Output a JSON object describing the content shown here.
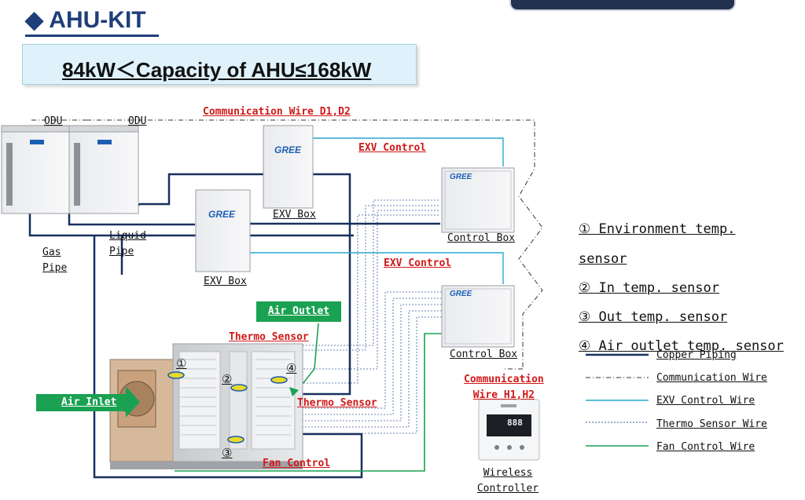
{
  "header": {
    "title": "AHU-KIT",
    "subtitle": "84kW＜Capacity of AHU≤168kW"
  },
  "units": {
    "odu_1": "ODU",
    "odu_2": "ODU",
    "brand": "GREE",
    "exv_box_1": "EXV Box",
    "exv_box_2": "EXV Box",
    "control_box_1": "Control Box",
    "control_box_2": "Control Box"
  },
  "pipes": {
    "gas_pipe": [
      "Gas",
      "Pipe"
    ],
    "liquid_pipe": [
      "Liquid",
      "Pipe"
    ]
  },
  "wires": {
    "communication_d": "Communication Wire D1,D2",
    "exv_control_1": "EXV Control",
    "exv_control_2": "EXV Control",
    "thermo_sensor_1": "Thermo Sensor",
    "thermo_sensor_2": "Thermo Sensor",
    "fan_control": "Fan Control",
    "communication_h": [
      "Communication",
      "Wire H1,H2"
    ]
  },
  "air": {
    "outlet": "Air Outlet",
    "inlet": "Air Inlet"
  },
  "sensors": {
    "markers": [
      "①",
      "②",
      "③",
      "④"
    ]
  },
  "controller": {
    "label": [
      "Wireless",
      "Controller"
    ],
    "display": "888"
  },
  "sensor_legend": [
    "① Environment temp.",
    "sensor",
    "② In temp. sensor",
    "③ Out temp. sensor",
    "④ Air outlet temp. sensor"
  ],
  "line_legend": [
    {
      "label": "Copper Piping",
      "color": "#17305e",
      "style": "solid"
    },
    {
      "label": "Communication Wire",
      "color": "#333333",
      "style": "dashdot"
    },
    {
      "label": "EXV Control Wire",
      "color": "#2aa7cf",
      "style": "solid"
    },
    {
      "label": "Thermo Sensor Wire",
      "color": "#3a5a9c",
      "style": "dotted"
    },
    {
      "label": "Fan Control Wire",
      "color": "#1aa152",
      "style": "solid"
    }
  ],
  "colors": {
    "copper": "#17305e",
    "exv": "#2aa7cf",
    "fan": "#1aa152",
    "thermo": "#3a5a9c",
    "comm": "#333333",
    "label_red": "#d01818",
    "header": "#1f3f7a"
  }
}
